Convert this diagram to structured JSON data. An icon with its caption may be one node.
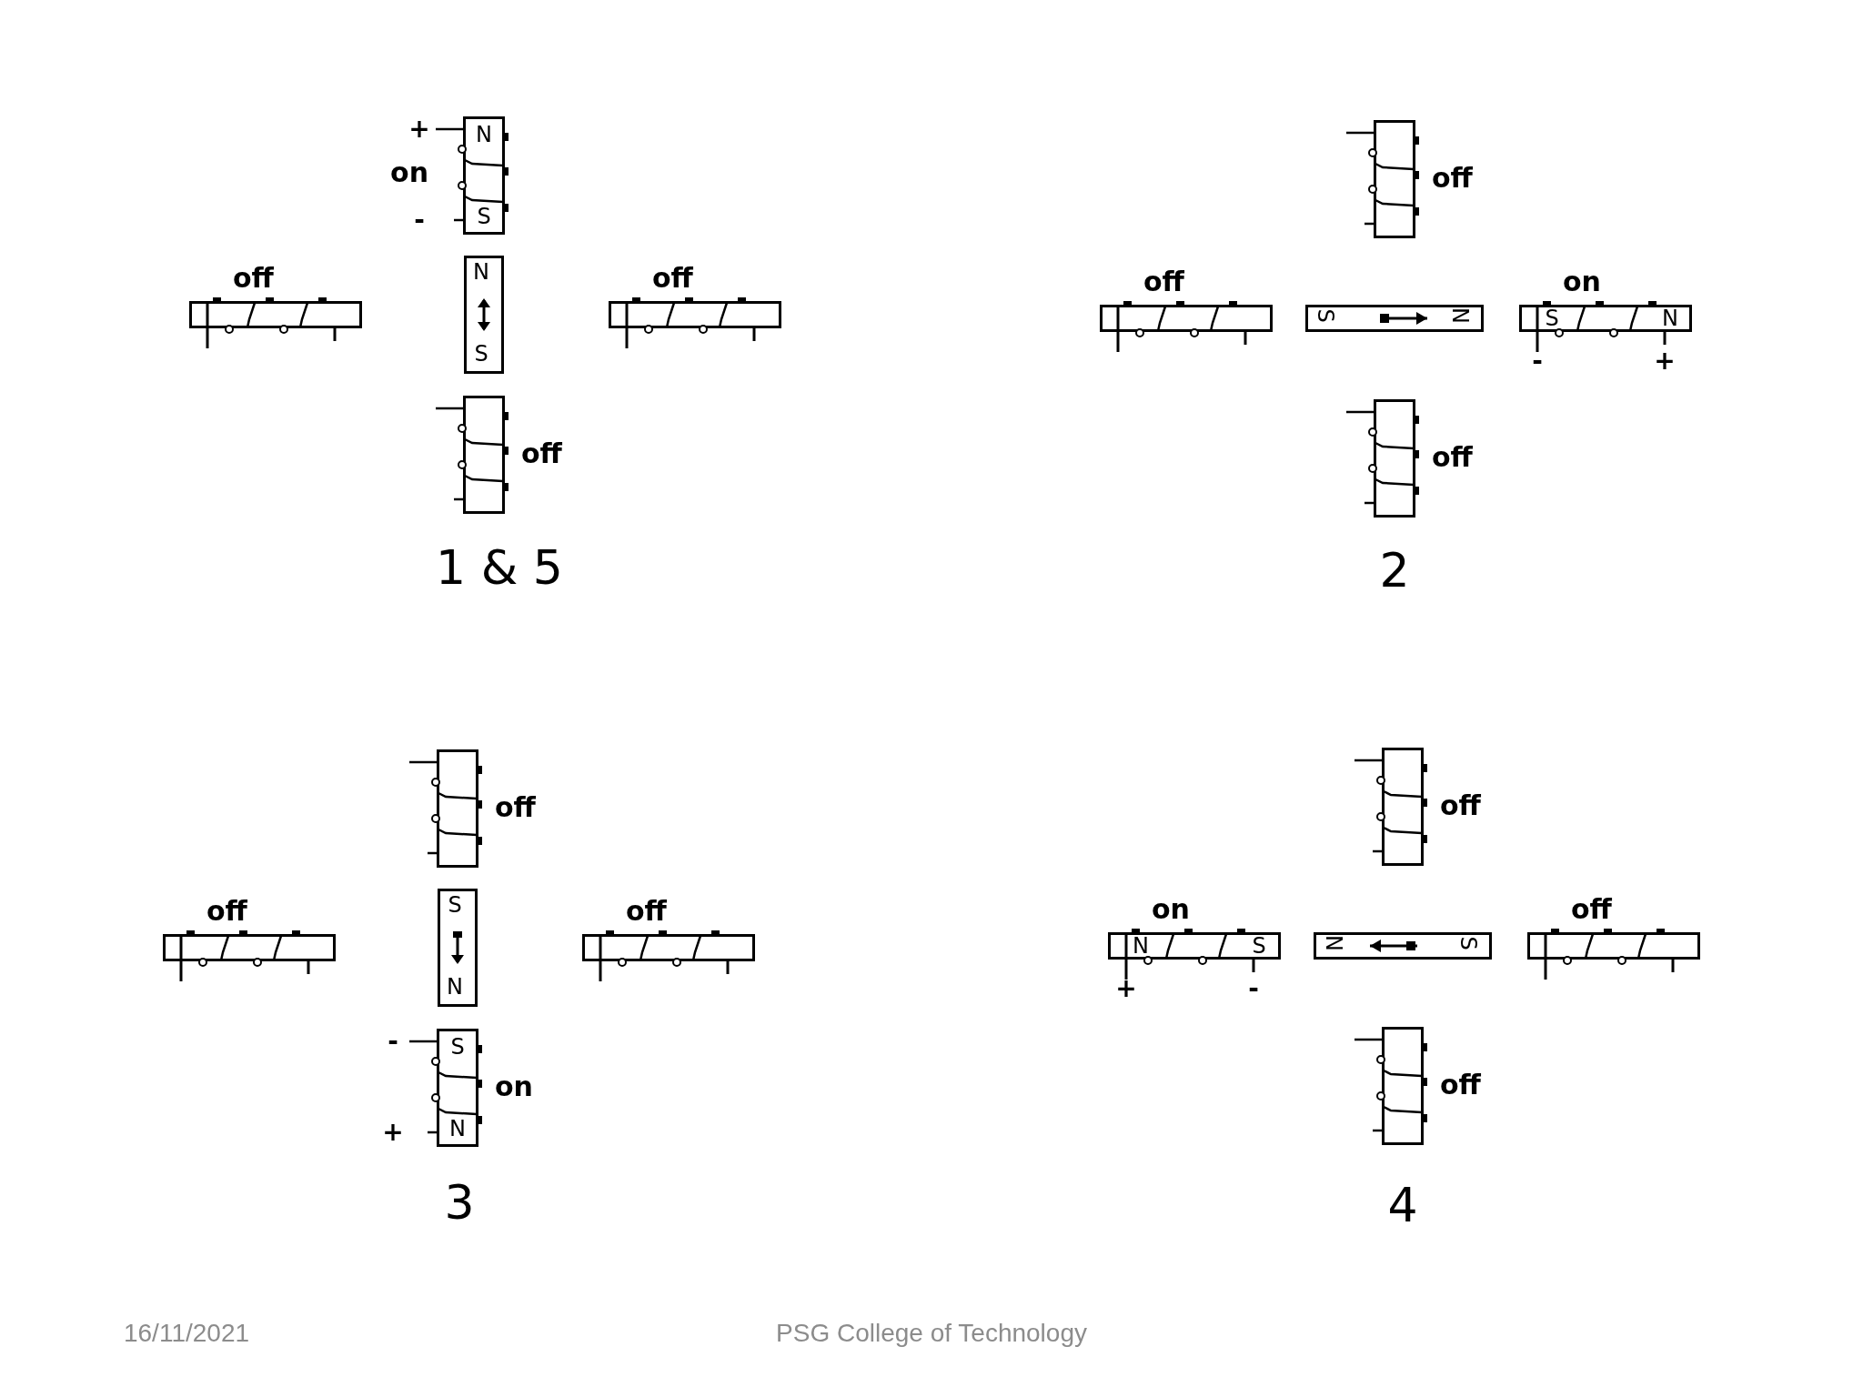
{
  "diagram": {
    "nodes": [
      {
        "text": [
          "on",
          "N",
          "S"
        ],
        "beside": [
          "+",
          "-"
        ]
      },
      {
        "text": [
          "off"
        ]
      },
      {
        "text": [
          "N",
          "S"
        ]
      },
      {
        "text": [
          "off"
        ]
      },
      {
        "text": [
          "off"
        ]
      },
      {
        "text": [
          "off"
        ]
      },
      {
        "text": [
          "off"
        ]
      },
      {
        "text": [
          "S",
          "N"
        ]
      },
      {
        "text": [
          "on",
          "S",
          "N"
        ],
        "beside": [
          "-",
          "+"
        ]
      },
      {
        "text": [
          "off"
        ]
      },
      {
        "text": [
          "off"
        ]
      },
      {
        "text": [
          "off"
        ]
      },
      {
        "text": [
          "S",
          "N"
        ]
      },
      {
        "text": [
          "off"
        ]
      },
      {
        "text": [
          "on",
          "S",
          "N"
        ],
        "beside": [
          "-",
          "+"
        ]
      },
      {
        "text": [
          "off"
        ]
      },
      {
        "text": [
          "on",
          "N",
          "S"
        ],
        "beside": [
          "+",
          "-"
        ]
      },
      {
        "text": [
          "N",
          "S"
        ]
      },
      {
        "text": [
          "off"
        ]
      },
      {
        "text": [
          "off"
        ]
      }
    ],
    "labels": [
      "1 & 5",
      "2",
      "3",
      "4",
      "16/11/2021",
      "PSG College of Technology"
    ]
  }
}
